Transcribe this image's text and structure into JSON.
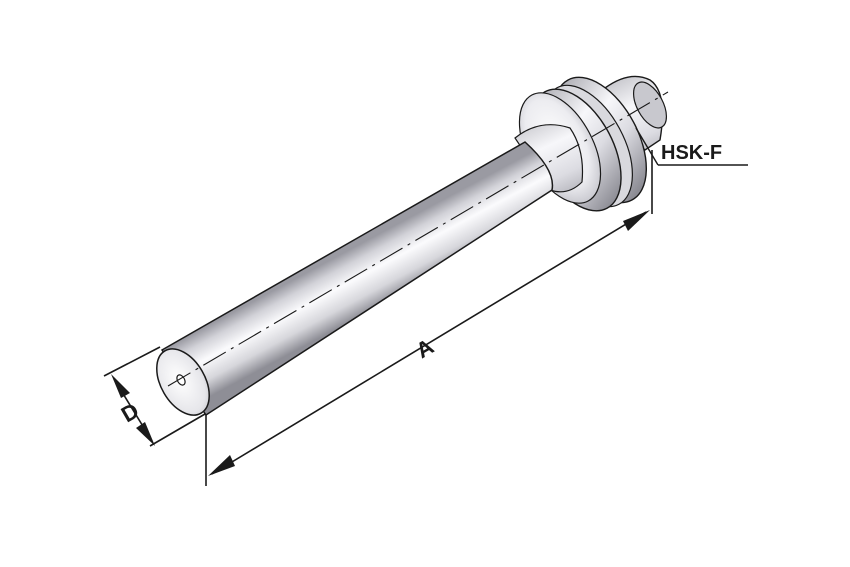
{
  "labels": {
    "dimension_length": "A",
    "dimension_diameter": "D",
    "interface": "HSK-F"
  },
  "colors": {
    "line": "#1a1a1a",
    "metal_light": "#f4f4f6",
    "metal_mid": "#cfcfd4",
    "metal_dark": "#8e8e96"
  }
}
